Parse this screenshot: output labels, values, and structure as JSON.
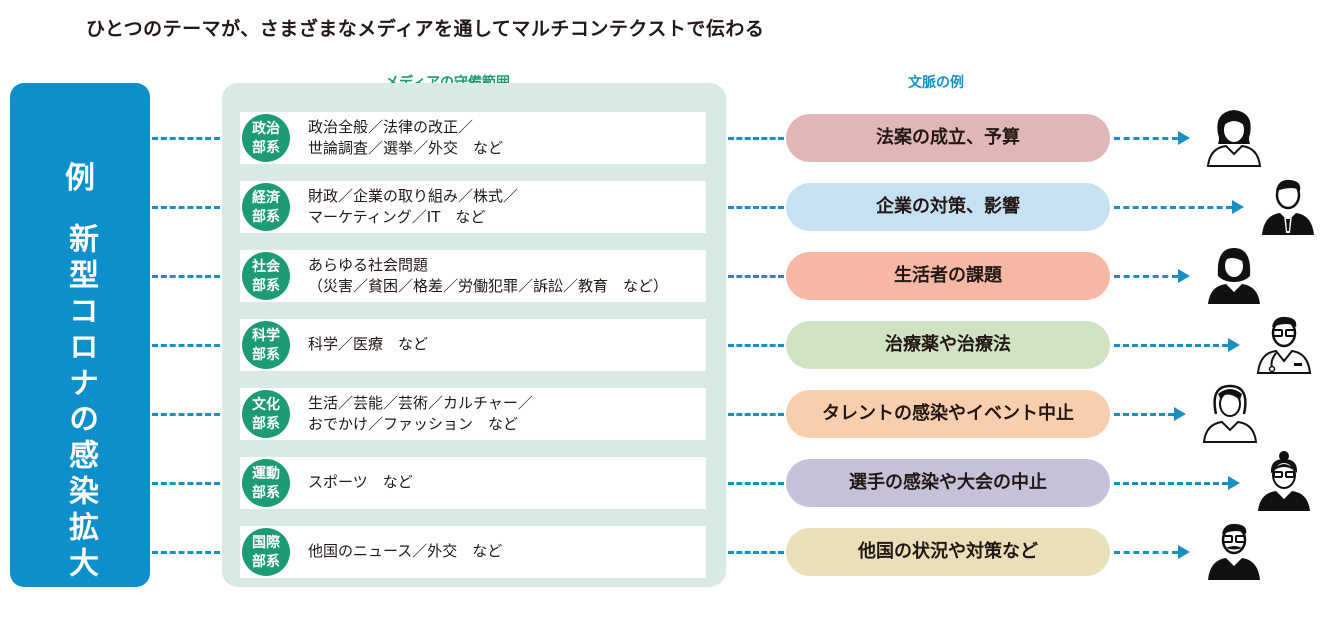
{
  "title": "ひとつのテーマが、さまざまなメディアを通してマルチコンテクストで伝わる",
  "left": {
    "example_label": "例",
    "topic": "新型コロナの感染拡大"
  },
  "media_header": "メディアの守備範囲",
  "context_header": "文脈の例",
  "rows": [
    {
      "dept_line1": "政治",
      "dept_line2": "部系",
      "media": "政治全般／法律の改正／\n世論調査／選挙／外交　など",
      "context": "法案の成立、予算",
      "color": "#e0b6b7",
      "icon": "woman-icon"
    },
    {
      "dept_line1": "経済",
      "dept_line2": "部系",
      "media": "財政／企業の取り組み／株式／\nマーケティング／IT　など",
      "context": "企業の対策、影響",
      "color": "#c6e1f2",
      "icon": "businessman-icon"
    },
    {
      "dept_line1": "社会",
      "dept_line2": "部系",
      "media": "あらゆる社会問題\n（災害／貧困／格差／労働犯罪／訴訟／教育　など）",
      "context": "生活者の課題",
      "color": "#f6b8a4",
      "icon": "woman-bob-icon"
    },
    {
      "dept_line1": "科学",
      "dept_line2": "部系",
      "media": "科学／医療　など",
      "context": "治療薬や治療法",
      "color": "#cfe2c2",
      "icon": "doctor-icon"
    },
    {
      "dept_line1": "文化",
      "dept_line2": "部系",
      "media": "生活／芸能／芸術／カルチャー／\nおでかけ／ファッション　など",
      "context": "タレントの感染やイベント中止",
      "color": "#f9ceae",
      "icon": "woman-outline-icon"
    },
    {
      "dept_line1": "運動",
      "dept_line2": "部系",
      "media": "スポーツ　など",
      "context": "選手の感染や大会の中止",
      "color": "#c4c1d9",
      "icon": "woman-glasses-icon"
    },
    {
      "dept_line1": "国際",
      "dept_line2": "部系",
      "media": "他国のニュース／外交　など",
      "context": "他国の状況や対策など",
      "color": "#e9dfb8",
      "icon": "man-mustache-icon"
    }
  ]
}
